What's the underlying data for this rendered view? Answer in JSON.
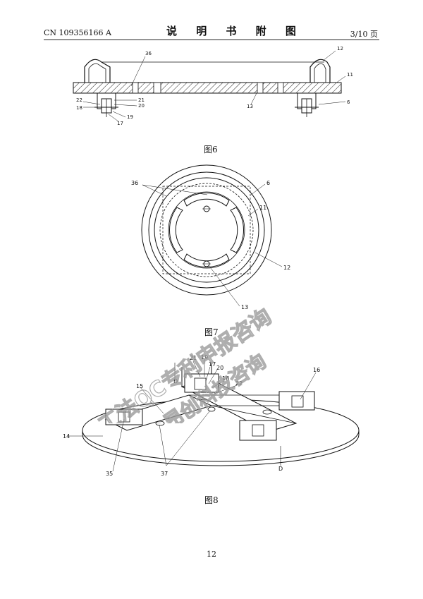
{
  "header": {
    "patent_no": "CN 109356166 A",
    "title": "说 明 书 附 图",
    "page_of": "3/10 页"
  },
  "figures": [
    {
      "caption": "图6",
      "labels": [
        "36",
        "12",
        "11",
        "21",
        "20",
        "22",
        "18",
        "19",
        "17",
        "13",
        "6"
      ]
    },
    {
      "caption": "图7",
      "labels": [
        "36",
        "6",
        "11",
        "12",
        "13"
      ]
    },
    {
      "caption": "图8",
      "labels": [
        "21",
        "19",
        "17",
        "20",
        "18",
        "22",
        "D",
        "16",
        "15",
        "14",
        "35",
        "37",
        "D"
      ]
    }
  ],
  "watermark": {
    "line1": "工法QC专利申报咨询",
    "line2": "@昂创科技咨询"
  },
  "page_number": "12"
}
